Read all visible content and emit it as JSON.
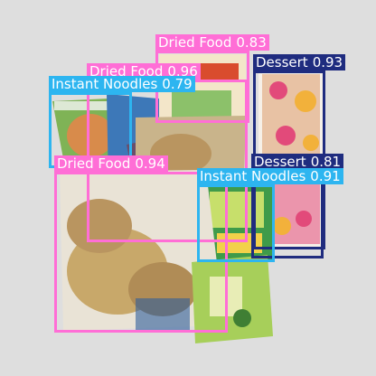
{
  "image": {
    "background_color": "#dedede",
    "objects": [
      {
        "kind": "noodle-cup",
        "color": "#7fb356"
      },
      {
        "kind": "noodle-pack-blue",
        "color": "#3d78b8"
      },
      {
        "kind": "peanut-bag",
        "color": "#c8a86a"
      },
      {
        "kind": "dessert-box",
        "color": "#e24a7a"
      },
      {
        "kind": "green-snack-bag",
        "color": "#3f9b4a"
      },
      {
        "kind": "melon-seed-bag",
        "color": "#a7cf5a"
      }
    ]
  },
  "detections": [
    {
      "label": "Dried Food",
      "score": "0.83",
      "color": "#ff6ed6"
    },
    {
      "label": "Dessert",
      "score": "0.93",
      "color": "#1f2c7f"
    },
    {
      "label": "Dried Food",
      "score": "0.96",
      "color": "#ff6ed6"
    },
    {
      "label": "Instant Noodles",
      "score": "0.79",
      "color": "#2db5f0"
    },
    {
      "label": "Dessert",
      "score": "0.81",
      "color": "#1f2c7f"
    },
    {
      "label": "Dried Food",
      "score": "0.94",
      "color": "#ff6ed6"
    },
    {
      "label": "Instant Noodles",
      "score": "0.91",
      "color": "#2db5f0"
    }
  ]
}
